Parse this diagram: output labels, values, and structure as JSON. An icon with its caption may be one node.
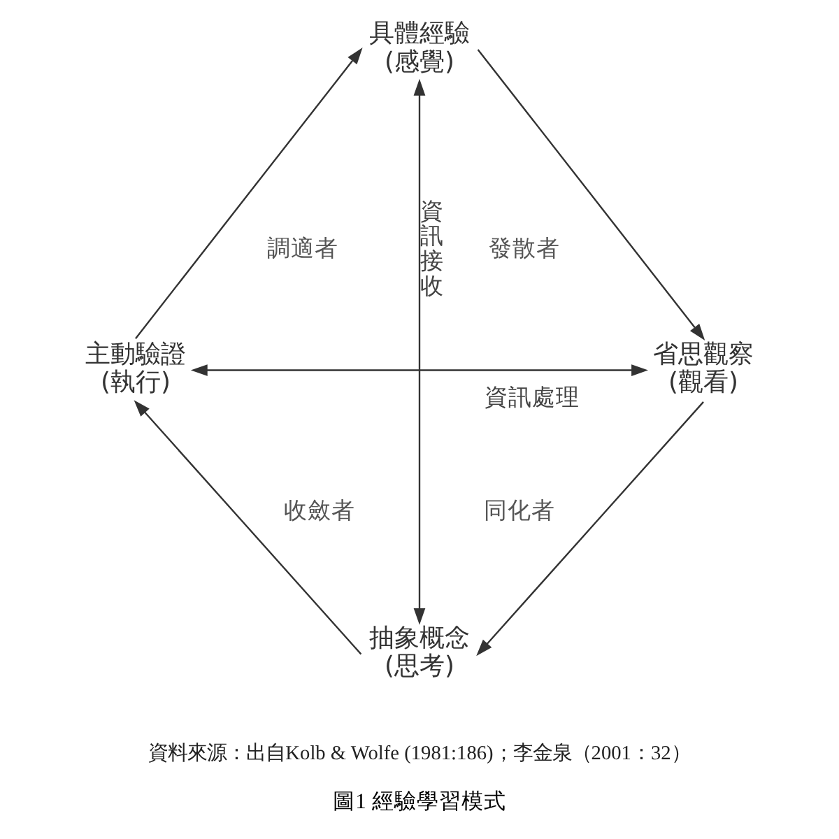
{
  "diagram": {
    "caption": "圖1 經驗學習模式",
    "nodes": [
      {
        "text": [
          "具體經驗",
          "(感覺)"
        ]
      },
      {
        "text": [
          "主動驗證",
          "(執行)"
        ]
      },
      {
        "text": [
          "省思觀察",
          "(觀看)"
        ]
      },
      {
        "text": [
          "抽象概念",
          "(思考)"
        ]
      }
    ],
    "edges": [
      {
        "from": 1,
        "to": 0,
        "arrow": "to"
      },
      {
        "from": 0,
        "to": 3,
        "arrow": "both",
        "label": "資訊接收"
      },
      {
        "from": 0,
        "to": 2,
        "arrow": "to"
      },
      {
        "from": 2,
        "to": 3,
        "arrow": "to"
      },
      {
        "from": 3,
        "to": 1,
        "arrow": "to"
      },
      {
        "from": 1,
        "to": 2,
        "arrow": "both",
        "label": "資訊處理"
      }
    ],
    "labels": [
      "調適者",
      "發散者",
      "收斂者",
      "同化者",
      "資料來源：出自Kolb & Wolfe (1981:186)；李金泉（2001：32）"
    ]
  }
}
